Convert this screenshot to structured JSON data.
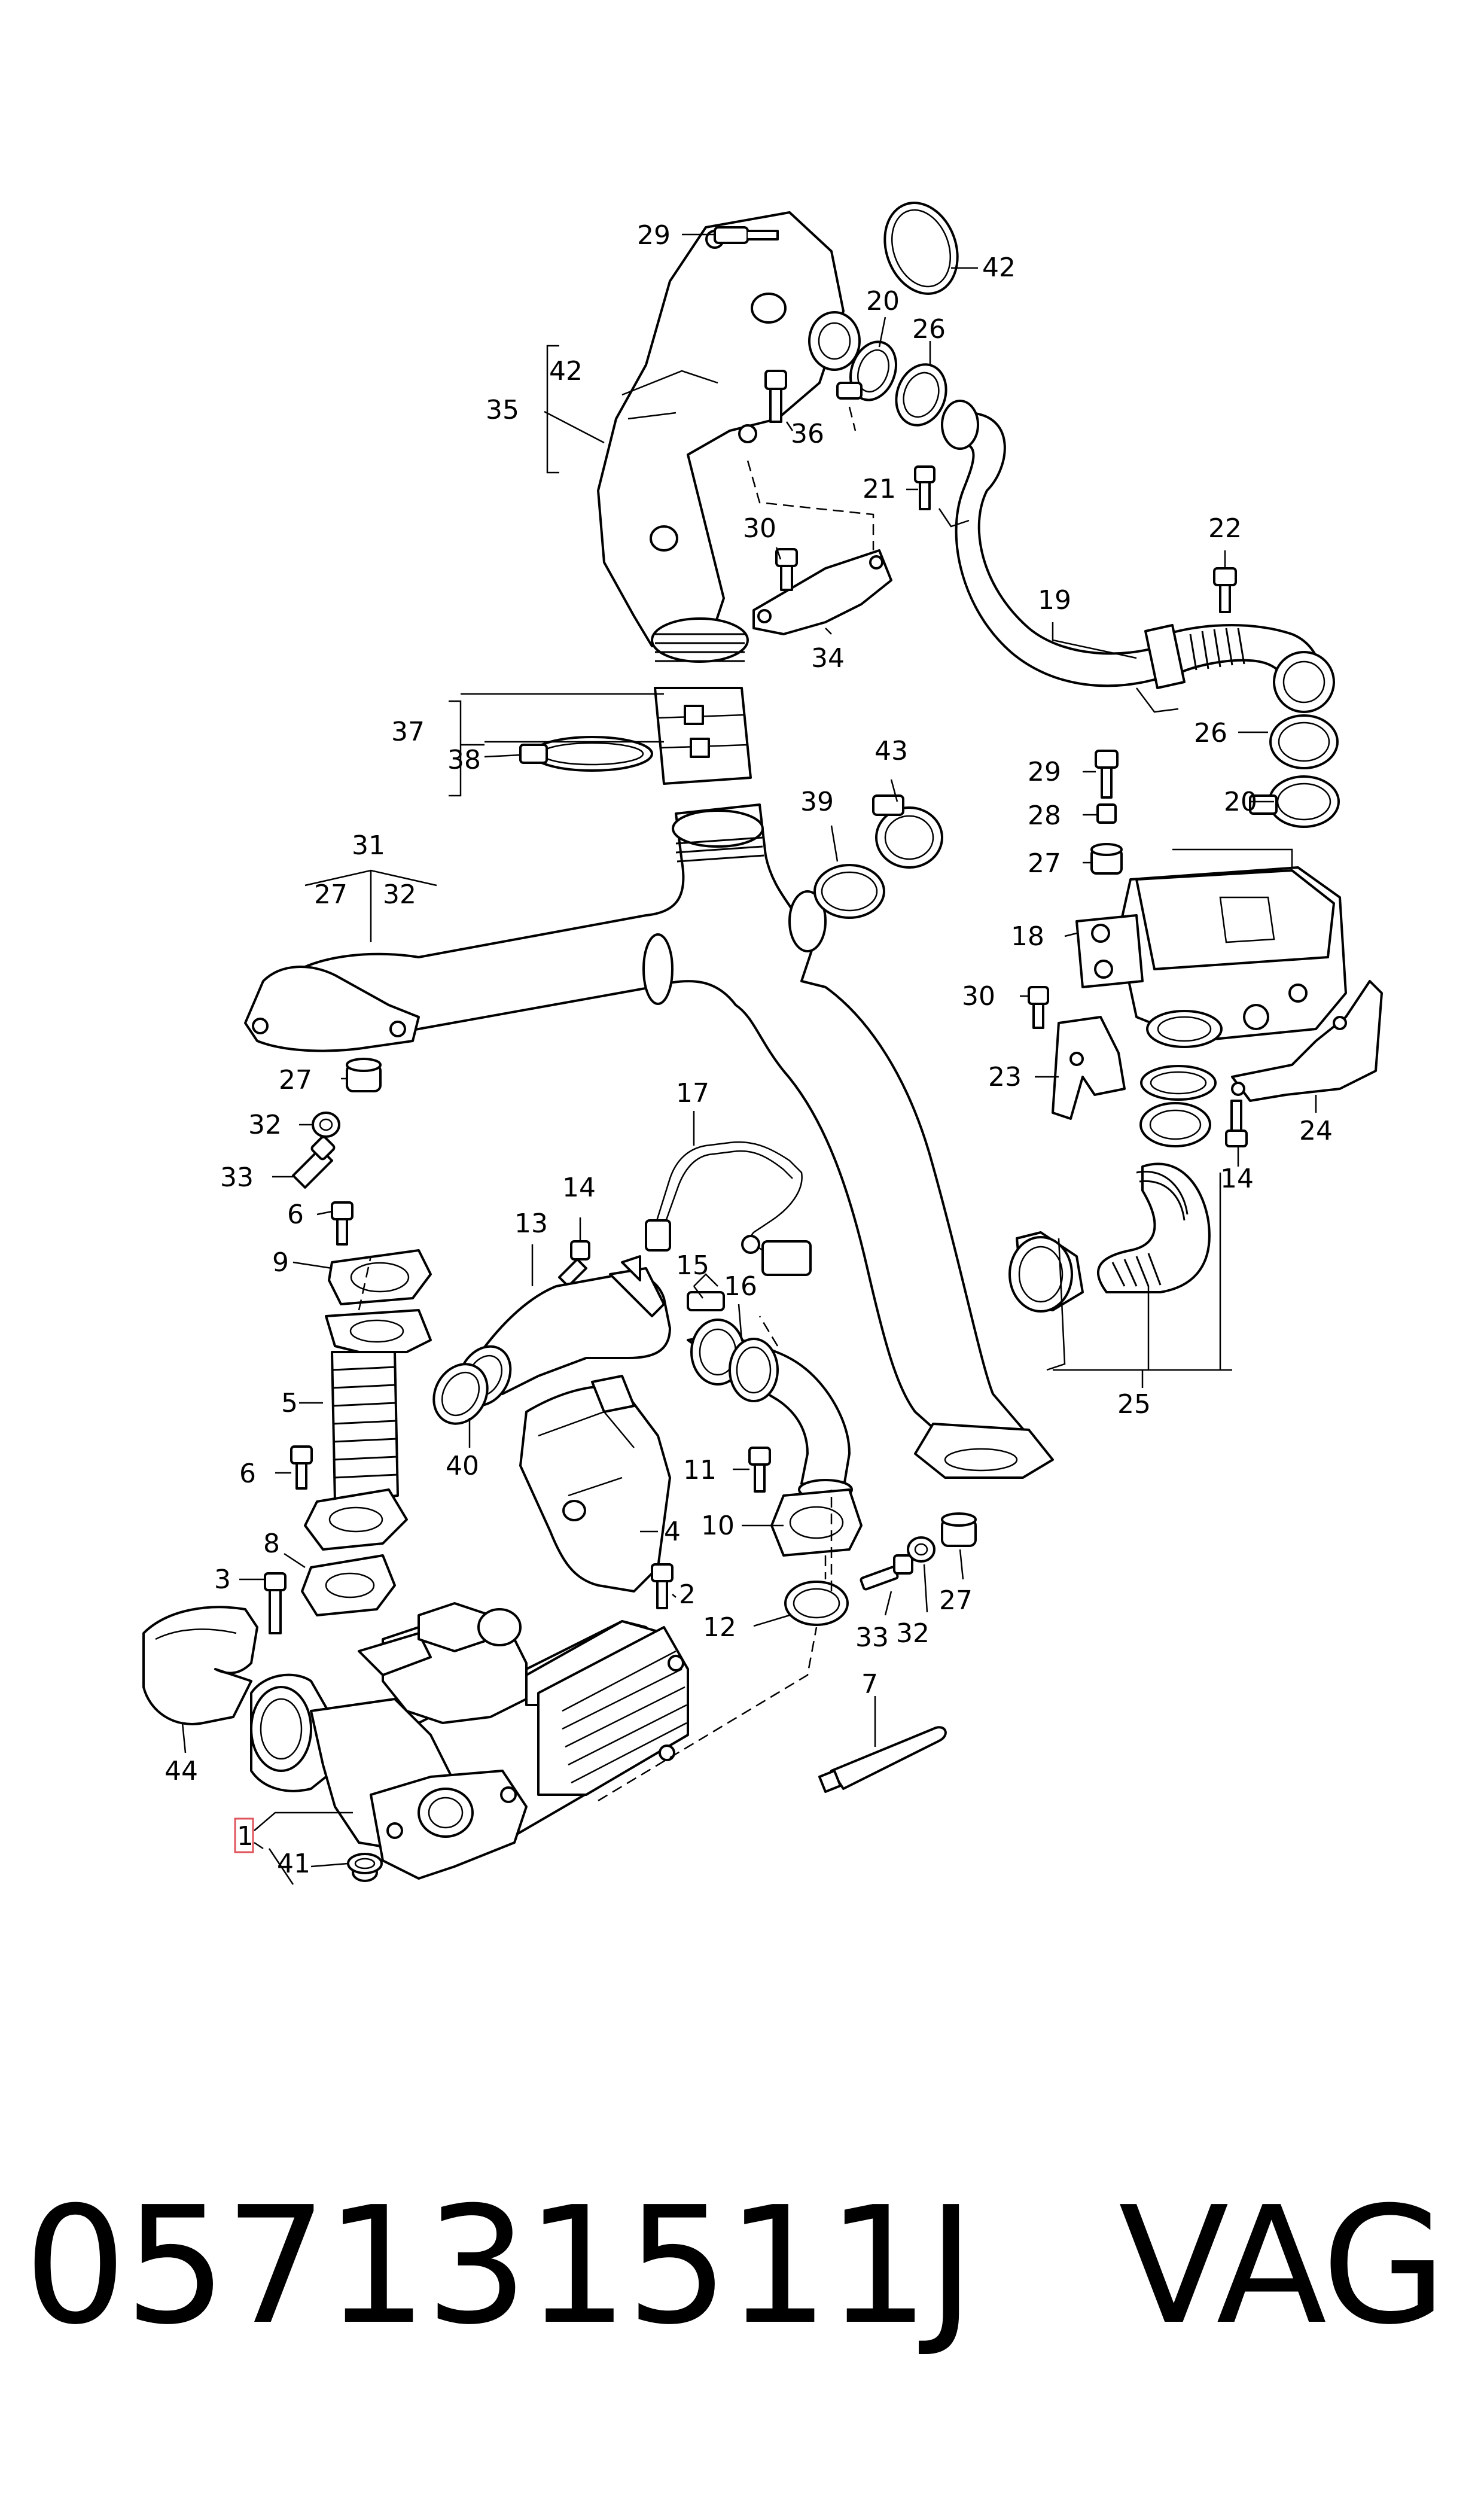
{
  "diagram": {
    "callouts": [
      {
        "id": "c29a",
        "text": "29"
      },
      {
        "id": "c42a",
        "text": "42"
      },
      {
        "id": "c20a",
        "text": "20"
      },
      {
        "id": "c26a",
        "text": "26"
      },
      {
        "id": "c35",
        "text": "35"
      },
      {
        "id": "c42b",
        "text": "42"
      },
      {
        "id": "c36",
        "text": "36"
      },
      {
        "id": "c21",
        "text": "21"
      },
      {
        "id": "c30a",
        "text": "30"
      },
      {
        "id": "c22",
        "text": "22"
      },
      {
        "id": "c19",
        "text": "19"
      },
      {
        "id": "c34",
        "text": "34"
      },
      {
        "id": "c26b",
        "text": "26"
      },
      {
        "id": "c37",
        "text": "37"
      },
      {
        "id": "c38",
        "text": "38"
      },
      {
        "id": "c43",
        "text": "43"
      },
      {
        "id": "c29b",
        "text": "29"
      },
      {
        "id": "c39",
        "text": "39"
      },
      {
        "id": "c20b",
        "text": "20"
      },
      {
        "id": "c28",
        "text": "28"
      },
      {
        "id": "c31",
        "text": "31"
      },
      {
        "id": "c27a",
        "text": "27"
      },
      {
        "id": "c32a",
        "text": "32"
      },
      {
        "id": "c27b",
        "text": "27"
      },
      {
        "id": "c18",
        "text": "18"
      },
      {
        "id": "c30b",
        "text": "30"
      },
      {
        "id": "c23",
        "text": "23"
      },
      {
        "id": "c27c",
        "text": "27"
      },
      {
        "id": "c24",
        "text": "24"
      },
      {
        "id": "c17",
        "text": "17"
      },
      {
        "id": "c32b",
        "text": "32"
      },
      {
        "id": "c14a",
        "text": "14"
      },
      {
        "id": "c33a",
        "text": "33"
      },
      {
        "id": "c14b",
        "text": "14"
      },
      {
        "id": "c6a",
        "text": "6"
      },
      {
        "id": "c13",
        "text": "13"
      },
      {
        "id": "c9",
        "text": "9"
      },
      {
        "id": "c15",
        "text": "15"
      },
      {
        "id": "c16",
        "text": "16"
      },
      {
        "id": "c5",
        "text": "5"
      },
      {
        "id": "c25",
        "text": "25"
      },
      {
        "id": "c40",
        "text": "40"
      },
      {
        "id": "c6b",
        "text": "6"
      },
      {
        "id": "c11",
        "text": "11"
      },
      {
        "id": "c4",
        "text": "4"
      },
      {
        "id": "c10",
        "text": "10"
      },
      {
        "id": "c8",
        "text": "8"
      },
      {
        "id": "c3",
        "text": "3"
      },
      {
        "id": "c2",
        "text": "2"
      },
      {
        "id": "c33b",
        "text": "33"
      },
      {
        "id": "c32c",
        "text": "32"
      },
      {
        "id": "c27d",
        "text": "27"
      },
      {
        "id": "c12",
        "text": "12"
      },
      {
        "id": "c7",
        "text": "7"
      },
      {
        "id": "c44",
        "text": "44"
      },
      {
        "id": "c1",
        "text": "1"
      },
      {
        "id": "c41",
        "text": "41"
      }
    ],
    "highlight_color": "#e0545c"
  },
  "footer": {
    "part_number": "057131511J",
    "brand": "VAG"
  }
}
